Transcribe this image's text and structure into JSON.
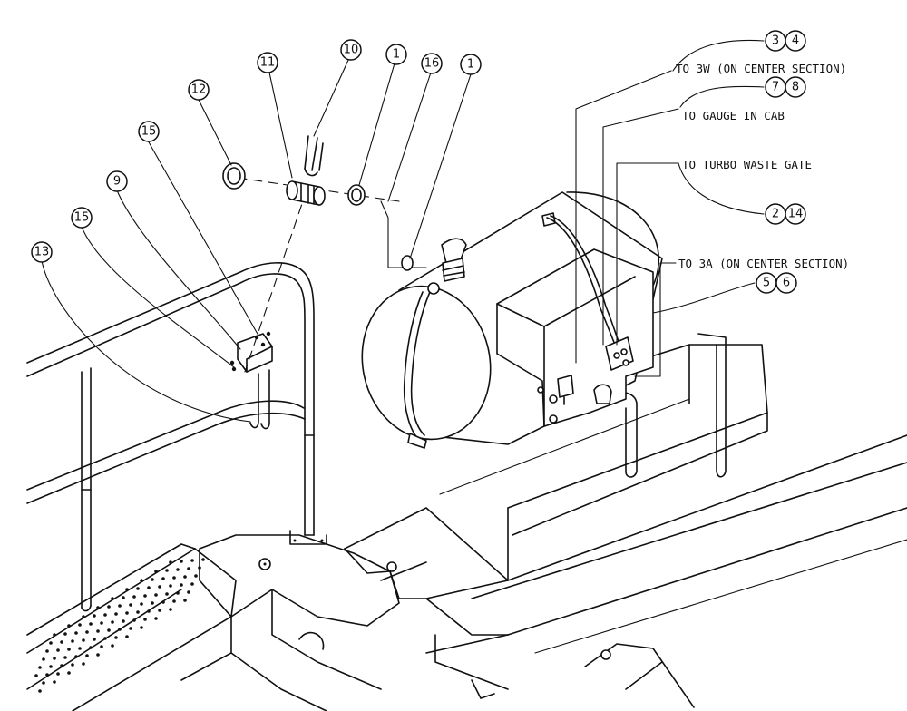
{
  "callouts": {
    "to_3w": "TO 3W (ON CENTER SECTION)",
    "to_gauge": "TO GAUGE IN CAB",
    "to_turbo": "TO TURBO WASTE GATE",
    "to_3a": "TO 3A (ON CENTER SECTION)"
  },
  "balloons": {
    "b1a": "1",
    "b1b": "1",
    "b2": "2",
    "b3": "3",
    "b4": "4",
    "b5": "5",
    "b6": "6",
    "b7": "7",
    "b8": "8",
    "b9": "9",
    "b10": "10",
    "b11": "11",
    "b12": "12",
    "b13": "13",
    "b14": "14",
    "b15a": "15",
    "b15b": "15",
    "b16": "16"
  }
}
